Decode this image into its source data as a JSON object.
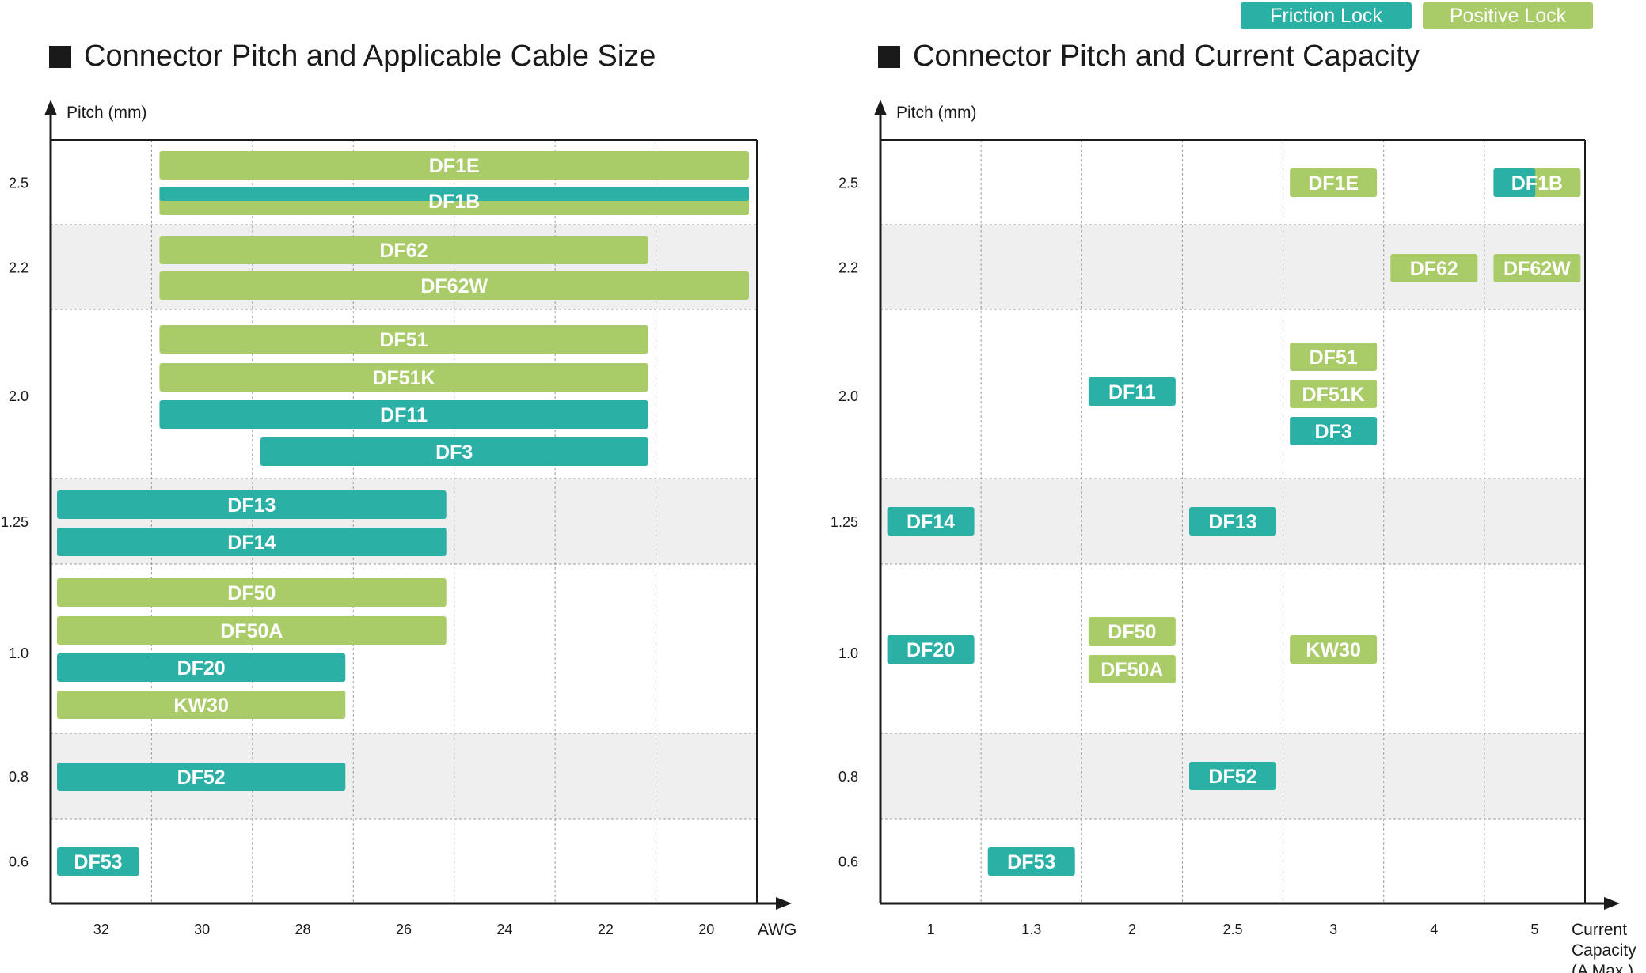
{
  "legend": [
    {
      "label": "Friction Lock",
      "color": "#2bb0a6"
    },
    {
      "label": "Positive Lock",
      "color": "#a9cb68"
    }
  ],
  "colors": {
    "friction": "#2bb0a6",
    "positive": "#a9cb68",
    "band": "#efefef",
    "axis": "#1a1a1a",
    "grid": "#9a9a9a"
  },
  "chart_data": [
    {
      "type": "bar",
      "title": "Connector Pitch and Applicable Cable Size",
      "ylabel": "Pitch (mm)",
      "xlabel": "AWG",
      "x_ticks": [
        "32",
        "30",
        "28",
        "26",
        "24",
        "22",
        "20"
      ],
      "y_ticks": [
        "2.5",
        "2.2",
        "2.0",
        "1.25",
        "1.0",
        "0.8",
        "0.6"
      ],
      "grid": true,
      "bars": [
        {
          "name": "DF1E",
          "pitch": "2.5",
          "awg_from": 30,
          "awg_to": 20,
          "lock": "positive"
        },
        {
          "name": "DF1B",
          "pitch": "2.5",
          "awg_from": 30,
          "awg_to": 20,
          "lock": "both"
        },
        {
          "name": "DF62",
          "pitch": "2.2",
          "awg_from": 30,
          "awg_to": 22,
          "lock": "positive"
        },
        {
          "name": "DF62W",
          "pitch": "2.2",
          "awg_from": 30,
          "awg_to": 20,
          "lock": "positive"
        },
        {
          "name": "DF51",
          "pitch": "2.0",
          "awg_from": 30,
          "awg_to": 22,
          "lock": "positive"
        },
        {
          "name": "DF51K",
          "pitch": "2.0",
          "awg_from": 30,
          "awg_to": 22,
          "lock": "positive"
        },
        {
          "name": "DF11",
          "pitch": "2.0",
          "awg_from": 30,
          "awg_to": 22,
          "lock": "friction"
        },
        {
          "name": "DF3",
          "pitch": "2.0",
          "awg_from": 28,
          "awg_to": 22,
          "lock": "friction"
        },
        {
          "name": "DF13",
          "pitch": "1.25",
          "awg_from": 32,
          "awg_to": 26,
          "lock": "friction"
        },
        {
          "name": "DF14",
          "pitch": "1.25",
          "awg_from": 32,
          "awg_to": 26,
          "lock": "friction"
        },
        {
          "name": "DF50",
          "pitch": "1.0",
          "awg_from": 32,
          "awg_to": 26,
          "lock": "positive"
        },
        {
          "name": "DF50A",
          "pitch": "1.0",
          "awg_from": 32,
          "awg_to": 26,
          "lock": "positive"
        },
        {
          "name": "DF20",
          "pitch": "1.0",
          "awg_from": 32,
          "awg_to": 28,
          "lock": "friction"
        },
        {
          "name": "KW30",
          "pitch": "1.0",
          "awg_from": 32,
          "awg_to": 28,
          "lock": "positive"
        },
        {
          "name": "DF52",
          "pitch": "0.8",
          "awg_from": 32,
          "awg_to": 28,
          "lock": "friction"
        },
        {
          "name": "DF53",
          "pitch": "0.6",
          "awg_from": 32,
          "awg_to": 32,
          "lock": "friction"
        }
      ]
    },
    {
      "type": "scatter",
      "title": "Connector Pitch and Current Capacity",
      "ylabel": "Pitch (mm)",
      "xlabel": "Current Capacity (A Max.)",
      "xlabel_lines": [
        "Current",
        "Capacity",
        "(A Max.)"
      ],
      "x_ticks": [
        "1",
        "1.3",
        "2",
        "2.5",
        "3",
        "4",
        "5"
      ],
      "y_ticks": [
        "2.5",
        "2.2",
        "2.0",
        "1.25",
        "1.0",
        "0.8",
        "0.6"
      ],
      "grid": true,
      "points": [
        {
          "name": "DF1E",
          "pitch": "2.5",
          "current": "3",
          "lock": "positive"
        },
        {
          "name": "DF1B",
          "pitch": "2.5",
          "current": "5",
          "lock": "both"
        },
        {
          "name": "DF62",
          "pitch": "2.2",
          "current": "4",
          "lock": "positive"
        },
        {
          "name": "DF62W",
          "pitch": "2.2",
          "current": "5",
          "lock": "positive"
        },
        {
          "name": "DF11",
          "pitch": "2.0",
          "current": "2",
          "lock": "friction"
        },
        {
          "name": "DF51",
          "pitch": "2.0",
          "current": "3",
          "lock": "positive"
        },
        {
          "name": "DF51K",
          "pitch": "2.0",
          "current": "3",
          "lock": "positive"
        },
        {
          "name": "DF3",
          "pitch": "2.0",
          "current": "3",
          "lock": "friction"
        },
        {
          "name": "DF14",
          "pitch": "1.25",
          "current": "1",
          "lock": "friction"
        },
        {
          "name": "DF13",
          "pitch": "1.25",
          "current": "2.5",
          "lock": "friction"
        },
        {
          "name": "DF20",
          "pitch": "1.0",
          "current": "1",
          "lock": "friction"
        },
        {
          "name": "DF50",
          "pitch": "1.0",
          "current": "2",
          "lock": "positive"
        },
        {
          "name": "DF50A",
          "pitch": "1.0",
          "current": "2",
          "lock": "positive"
        },
        {
          "name": "KW30",
          "pitch": "1.0",
          "current": "3",
          "lock": "positive"
        },
        {
          "name": "DF52",
          "pitch": "0.8",
          "current": "2.5",
          "lock": "friction"
        },
        {
          "name": "DF53",
          "pitch": "0.6",
          "current": "1.3",
          "lock": "friction"
        }
      ]
    }
  ]
}
